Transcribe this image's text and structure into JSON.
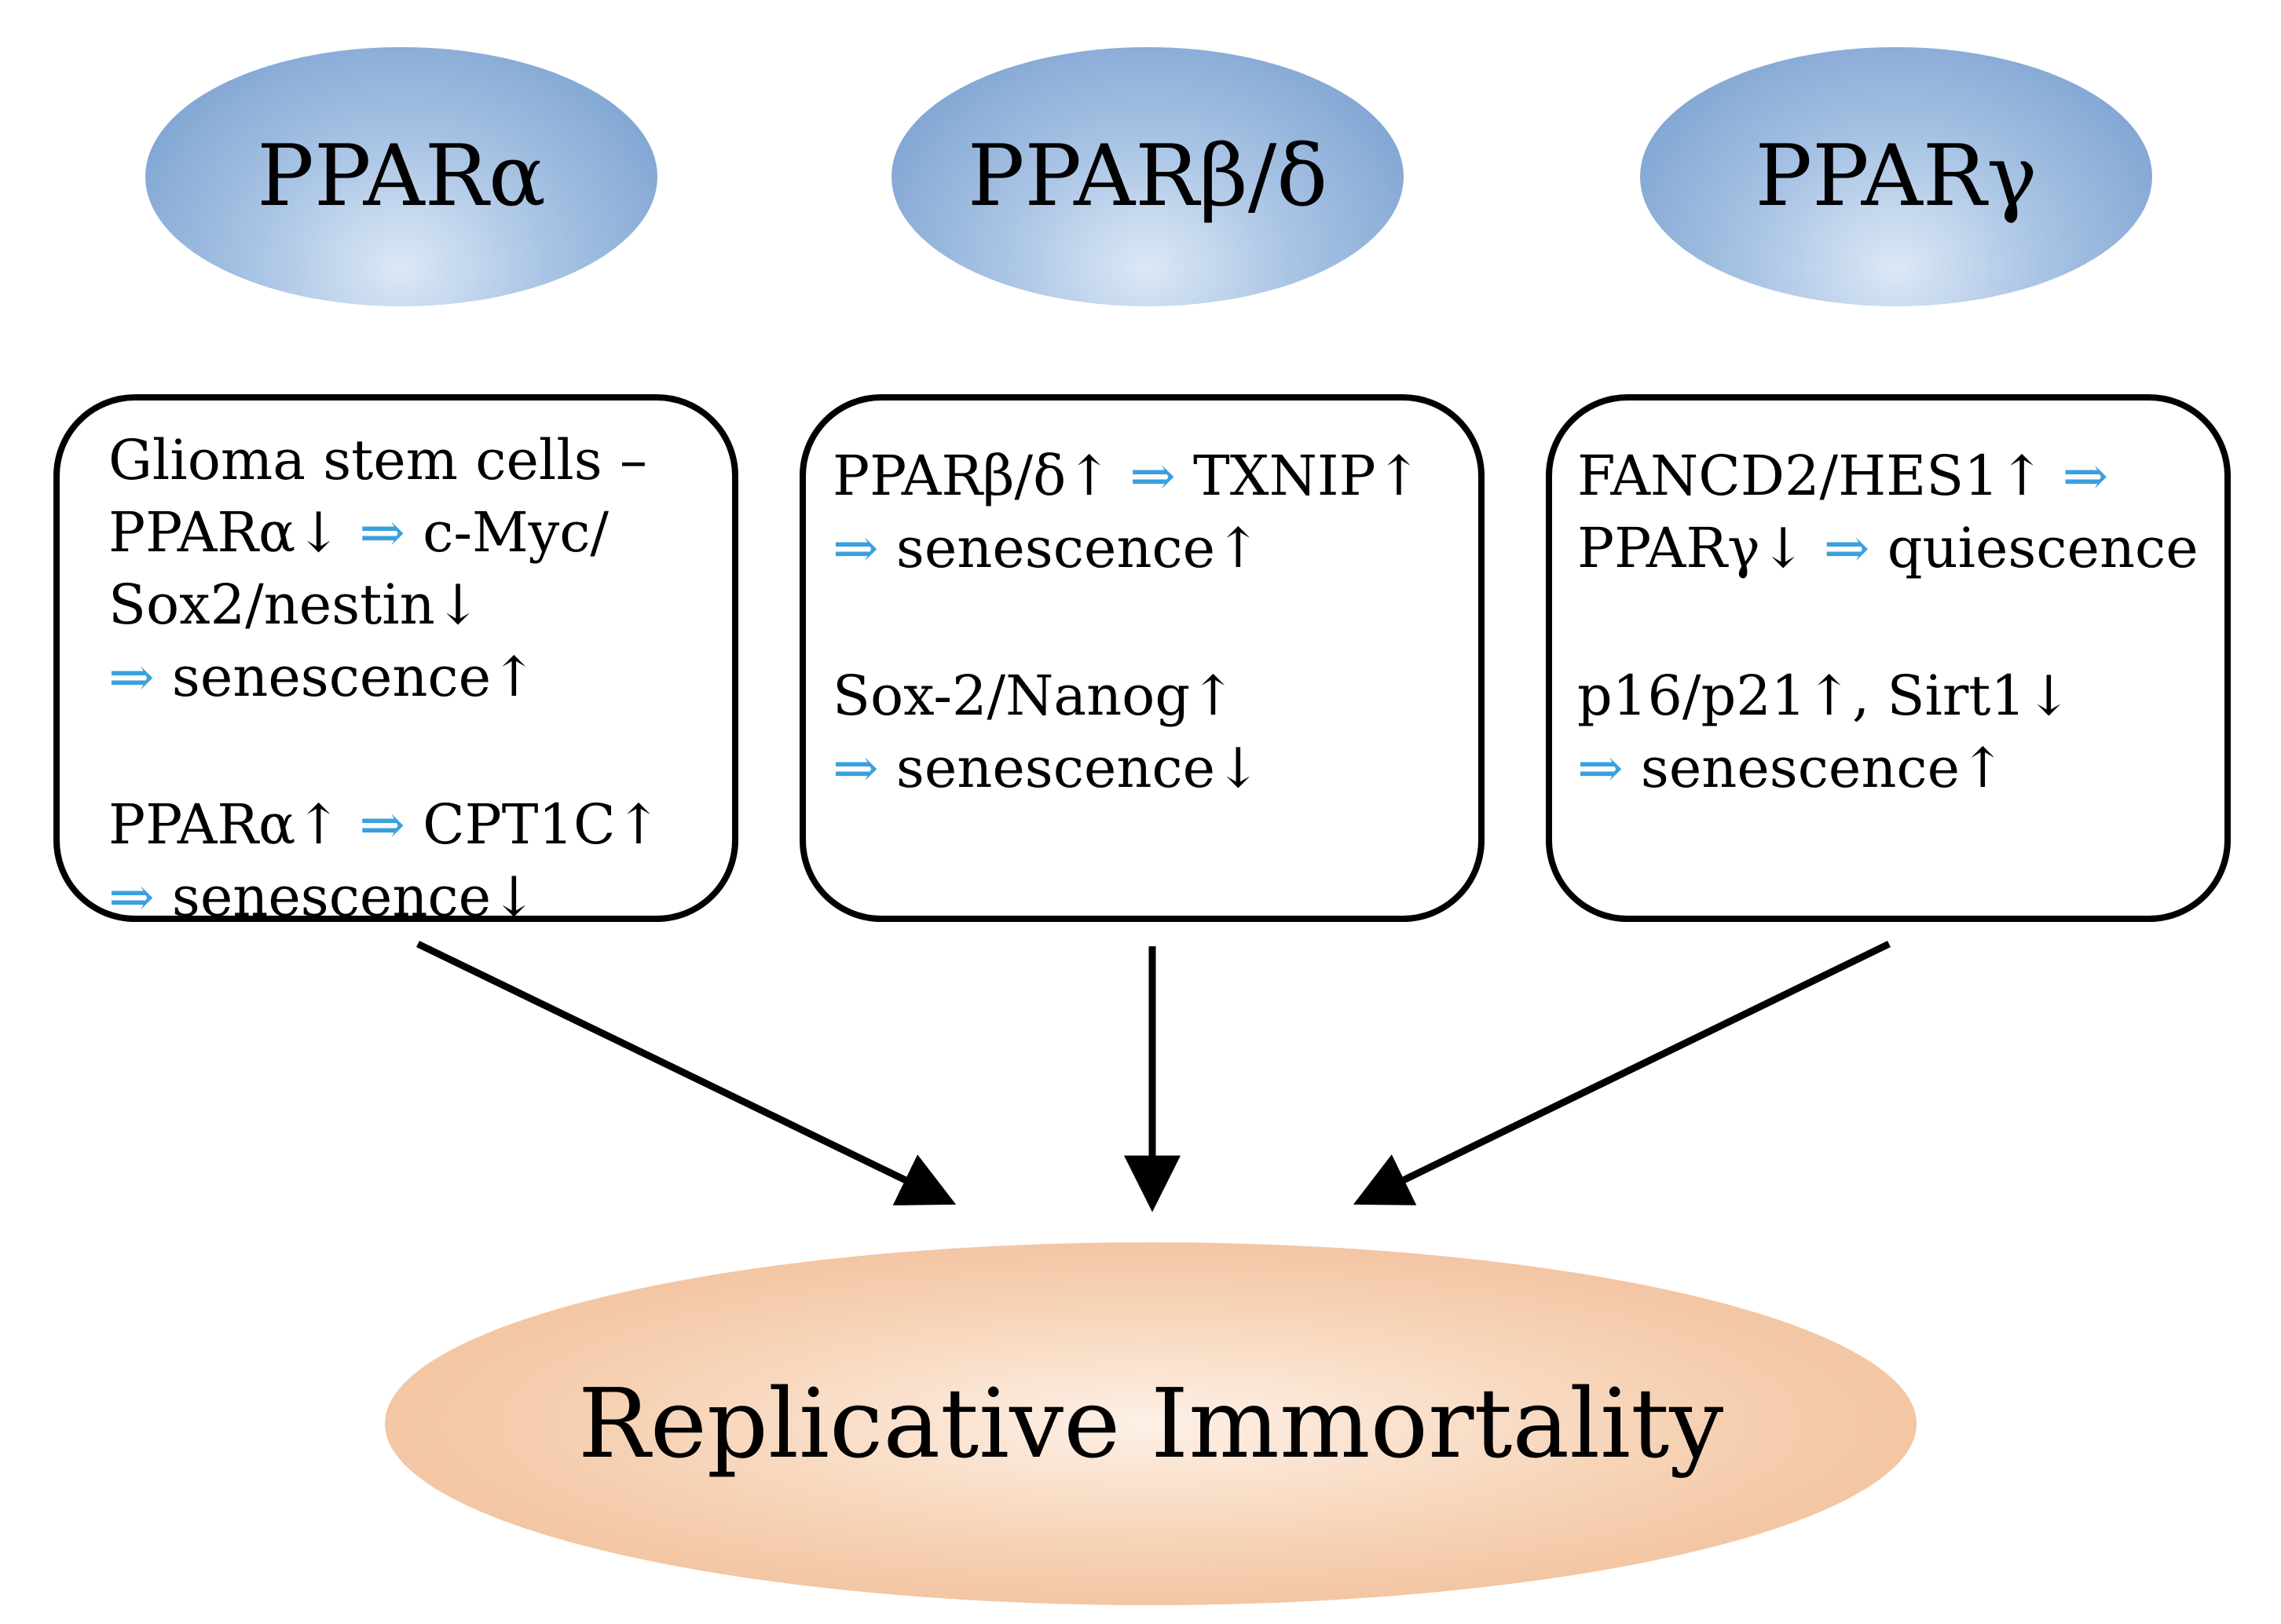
{
  "receptors": {
    "alpha": "PPARα",
    "beta": "PPARβ/δ",
    "gamma": "PPARγ"
  },
  "boxes": {
    "alpha": {
      "p1": [
        {
          "pre": "Glioma stem cells –",
          "arrow": "",
          "post": ""
        },
        {
          "pre": "PPARα↓ ",
          "arrow": "⇒",
          "post": " c-Myc/"
        },
        {
          "pre": "Sox2/nestin↓",
          "arrow": "",
          "post": ""
        },
        {
          "pre": "",
          "arrow": "⇒",
          "post": " senescence↑"
        }
      ],
      "p2": [
        {
          "pre": "PPARα↑ ",
          "arrow": "⇒",
          "post": " CPT1C↑"
        },
        {
          "pre": "",
          "arrow": "⇒",
          "post": " senescence↓"
        }
      ]
    },
    "beta": {
      "p1": [
        {
          "pre": "PPARβ/δ↑ ",
          "arrow": "⇒",
          "post": " TXNIP↑"
        },
        {
          "pre": "",
          "arrow": "⇒",
          "post": " senescence↑"
        }
      ],
      "p2": [
        {
          "pre": "Sox-2/Nanog↑",
          "arrow": "",
          "post": ""
        },
        {
          "pre": "",
          "arrow": "⇒",
          "post": " senescence↓"
        }
      ]
    },
    "gamma": {
      "p1": [
        {
          "pre": "FANCD2/HES1↑ ",
          "arrow": "⇒",
          "post": ""
        },
        {
          "pre": "PPARγ↓ ",
          "arrow": "⇒",
          "post": " quiescence"
        }
      ],
      "p2": [
        {
          "pre": "p16/p21↑, Sirt1↓",
          "arrow": "",
          "post": ""
        },
        {
          "pre": "",
          "arrow": "⇒",
          "post": " senescence↑"
        }
      ]
    }
  },
  "outcome": "Replicative Immortality",
  "colors": {
    "implies_arrow": "#3aa0dd",
    "receptor_fill": "#8fb2dc",
    "outcome_fill": "#f2c4a0"
  }
}
